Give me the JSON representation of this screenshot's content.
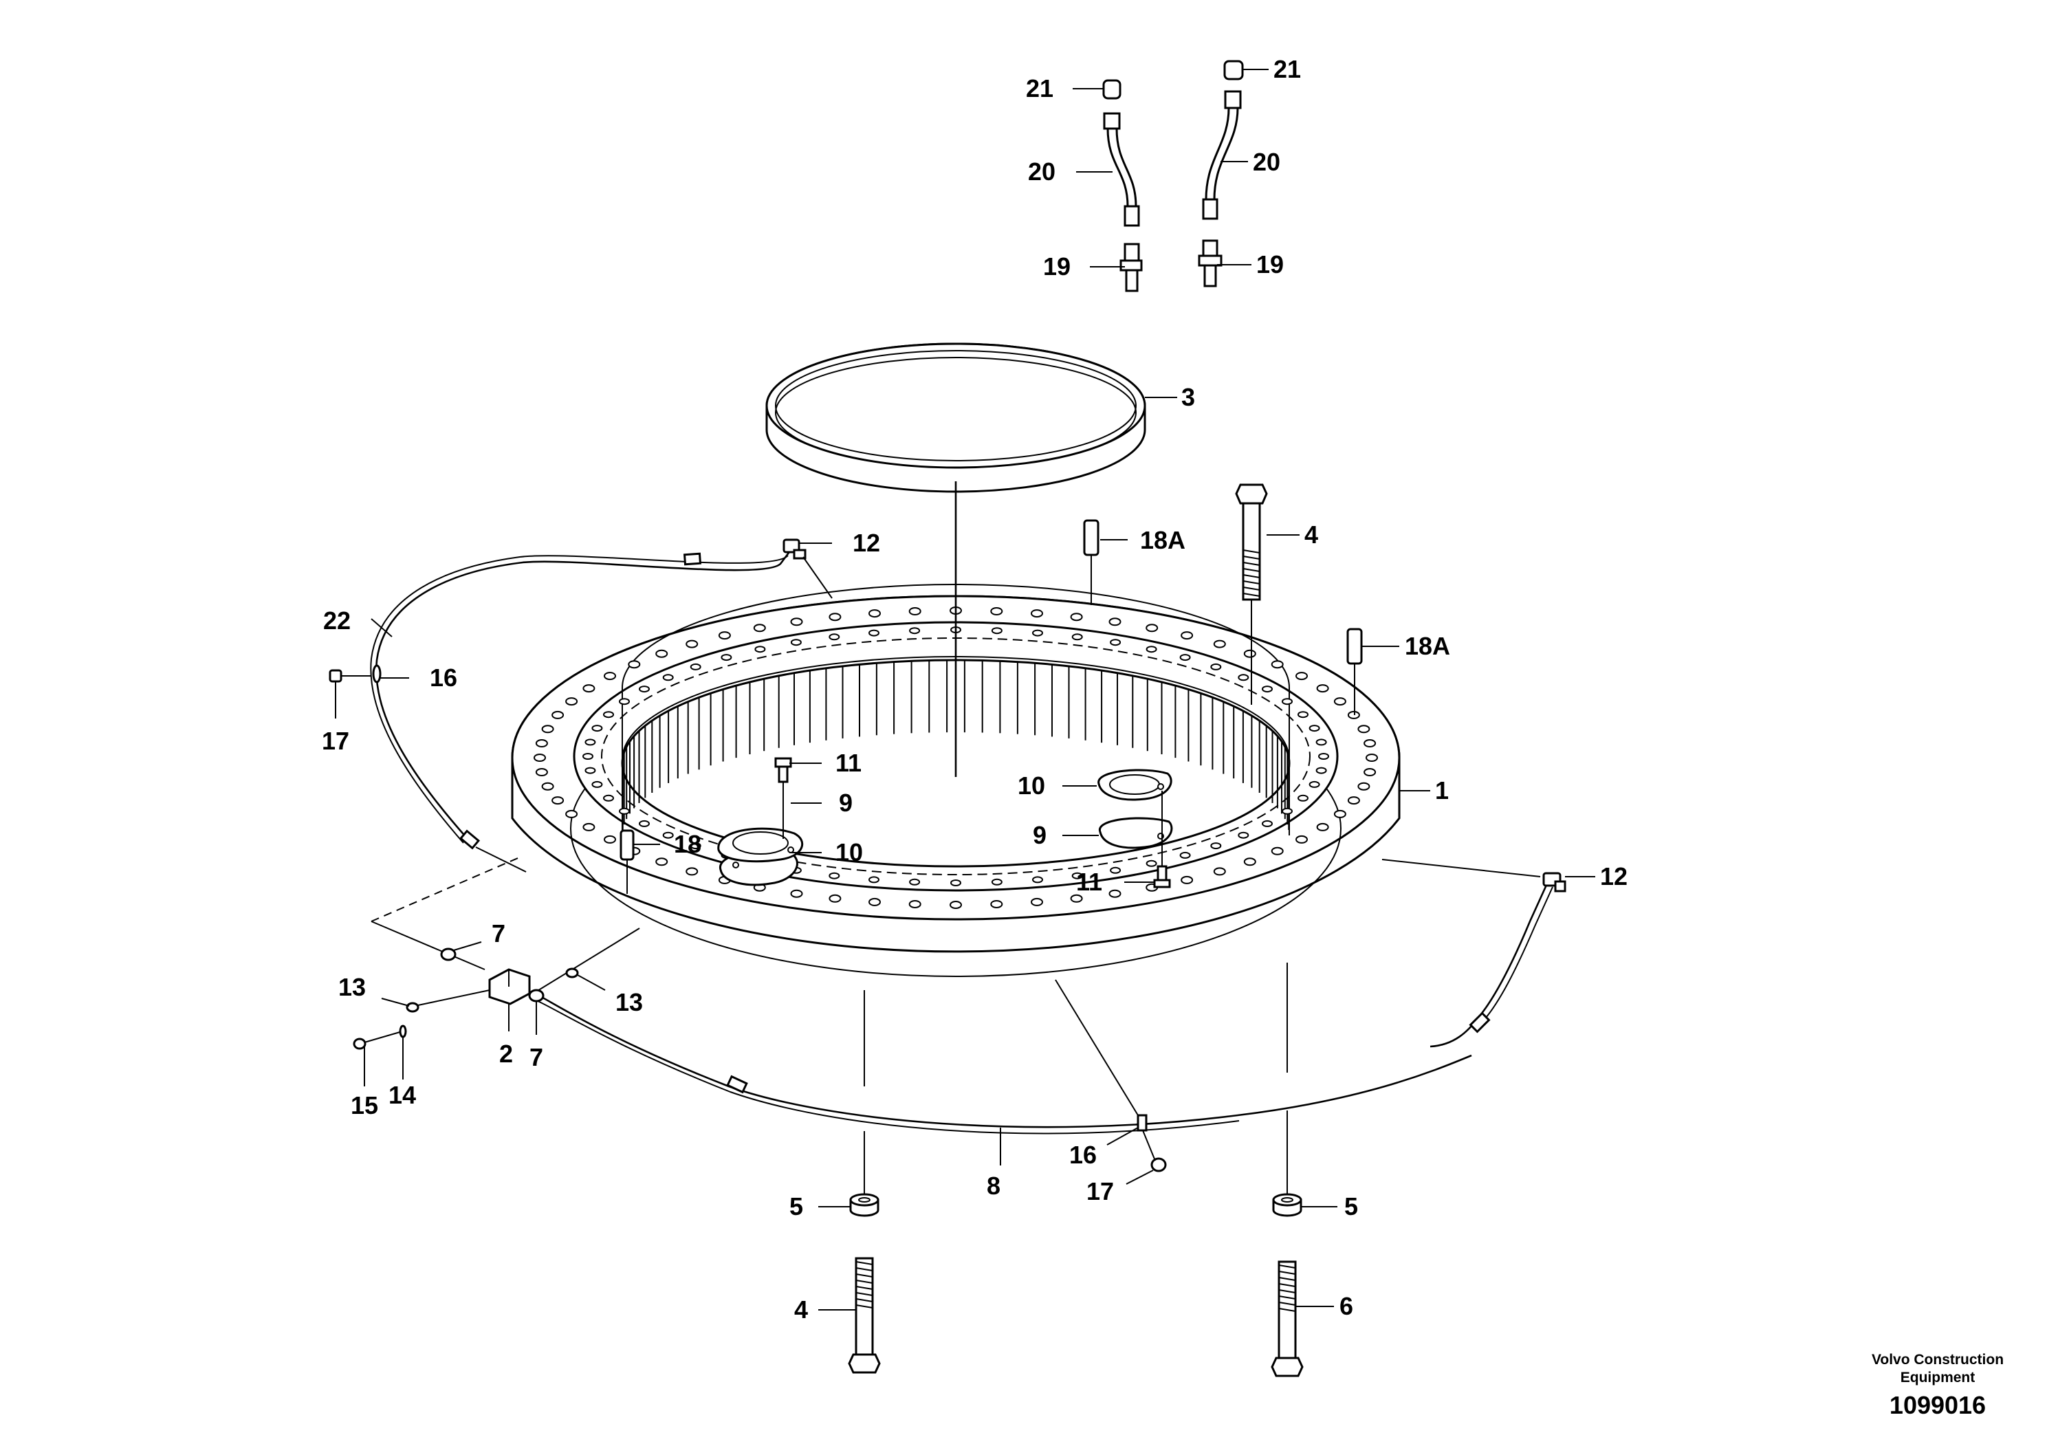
{
  "labels": {
    "l1": "1",
    "l2": "2",
    "l3": "3",
    "l4a": "4",
    "l4b": "4",
    "l5a": "5",
    "l5b": "5",
    "l6": "6",
    "l7a": "7",
    "l7b": "7",
    "l8": "8",
    "l9a": "9",
    "l9b": "9",
    "l10a": "10",
    "l10b": "10",
    "l11a": "11",
    "l11b": "11",
    "l12a": "12",
    "l12b": "12",
    "l13a": "13",
    "l13b": "13",
    "l14": "14",
    "l15": "15",
    "l16a": "16",
    "l16b": "16",
    "l17a": "17",
    "l17b": "17",
    "l18": "18",
    "l18Aa": "18A",
    "l18Ab": "18A",
    "l19a": "19",
    "l19b": "19",
    "l20a": "20",
    "l20b": "20",
    "l21a": "21",
    "l21b": "21",
    "l22": "22"
  },
  "credit": {
    "line1": "Volvo Construction",
    "line2": "Equipment",
    "number": "1099016"
  }
}
